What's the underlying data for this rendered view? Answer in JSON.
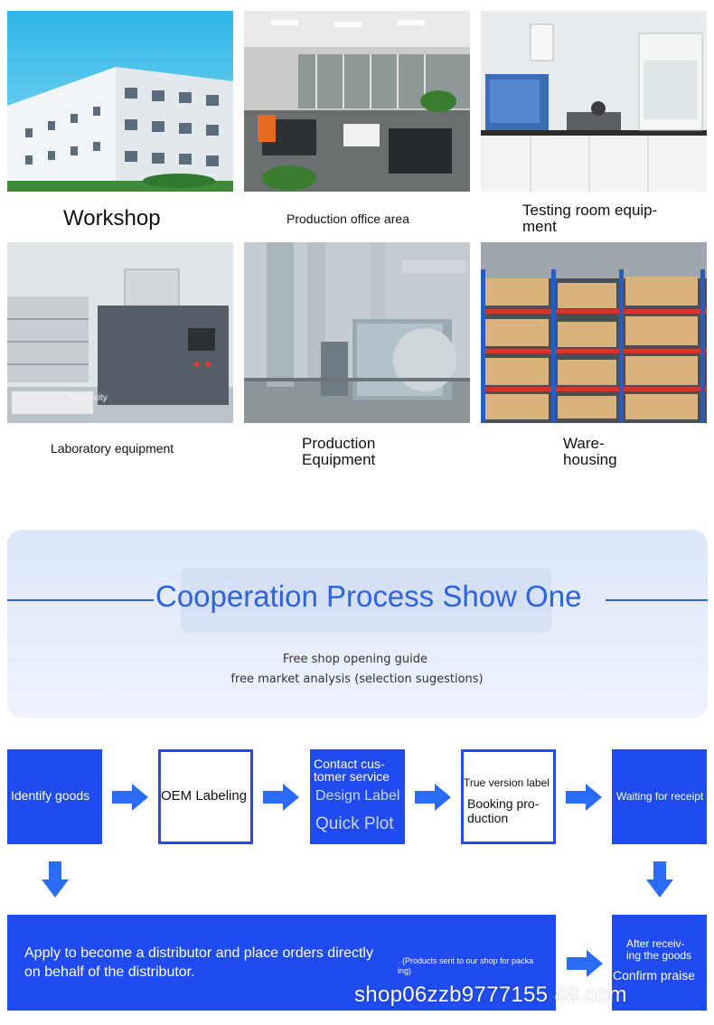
{
  "facilities": [
    {
      "label": "Workshop"
    },
    {
      "label": "Production office area"
    },
    {
      "label_lines": [
        "Testing room equip-",
        "ment"
      ]
    },
    {
      "label": "Laboratory equipment",
      "overlay_text": "Electricity"
    },
    {
      "label_lines": [
        "Production",
        "Equipment"
      ]
    },
    {
      "label_lines": [
        "Ware-",
        "housing"
      ]
    }
  ],
  "process": {
    "title": "Cooperation Process Show One",
    "subtitle_1": "Free shop opening guide",
    "subtitle_2": "free market analysis (selection sugestions)"
  },
  "flow": {
    "step1": "Identify goods",
    "step2": "OEM Labeling",
    "step3": {
      "line1": "Contact cus-",
      "line2": "tomer service",
      "line3": "Design Label",
      "line4": "Quick Plot"
    },
    "step4": {
      "top": "True version label",
      "line1": "Booking pro-",
      "line2": "duction"
    },
    "step5": "Waiting for receipt",
    "distributor": {
      "line1": "Apply to become a distributor and place orders directly",
      "line2": "on behalf of the distributor.",
      "note_1": ". (Products sent to our shop for packa",
      "note_2": "ing)"
    },
    "final": {
      "line1": "After receiv-",
      "line2": "ing the goods",
      "line3": "Confirm praise"
    }
  },
  "watermark": "shop06zzb9777155 88.com",
  "colors": {
    "accent": "#1f4bf0",
    "title_blue": "#2d63dc",
    "arrow_blue": "#2a6cf5"
  }
}
